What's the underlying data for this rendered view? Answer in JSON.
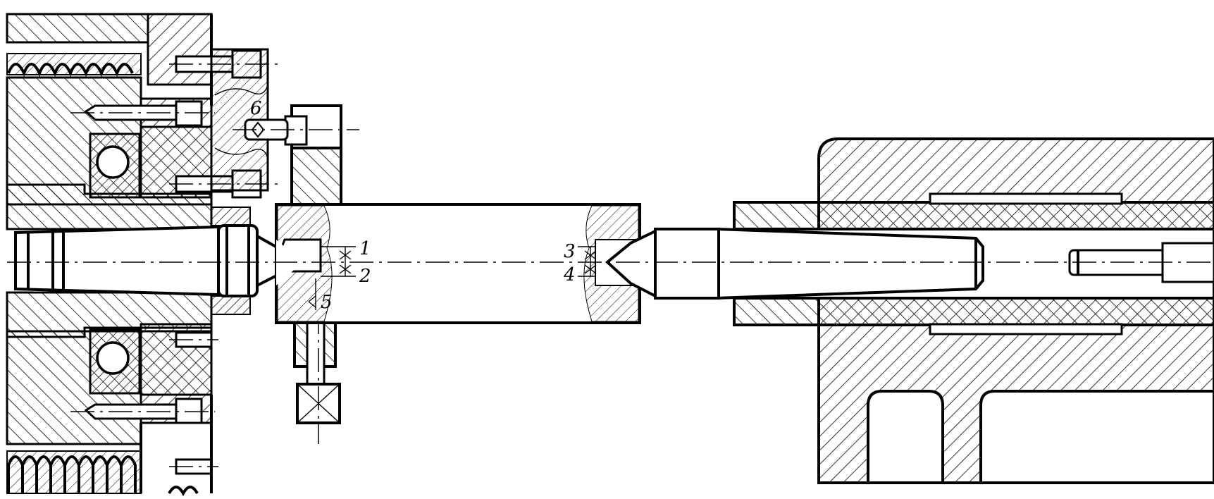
{
  "labels": {
    "l1": "1",
    "l2": "2",
    "l3": "3",
    "l4": "4",
    "l5": "5",
    "l6": "6"
  },
  "colors": {
    "ink": "#000000",
    "paper": "#ffffff"
  },
  "icons": {
    "cross_mark": "X"
  }
}
